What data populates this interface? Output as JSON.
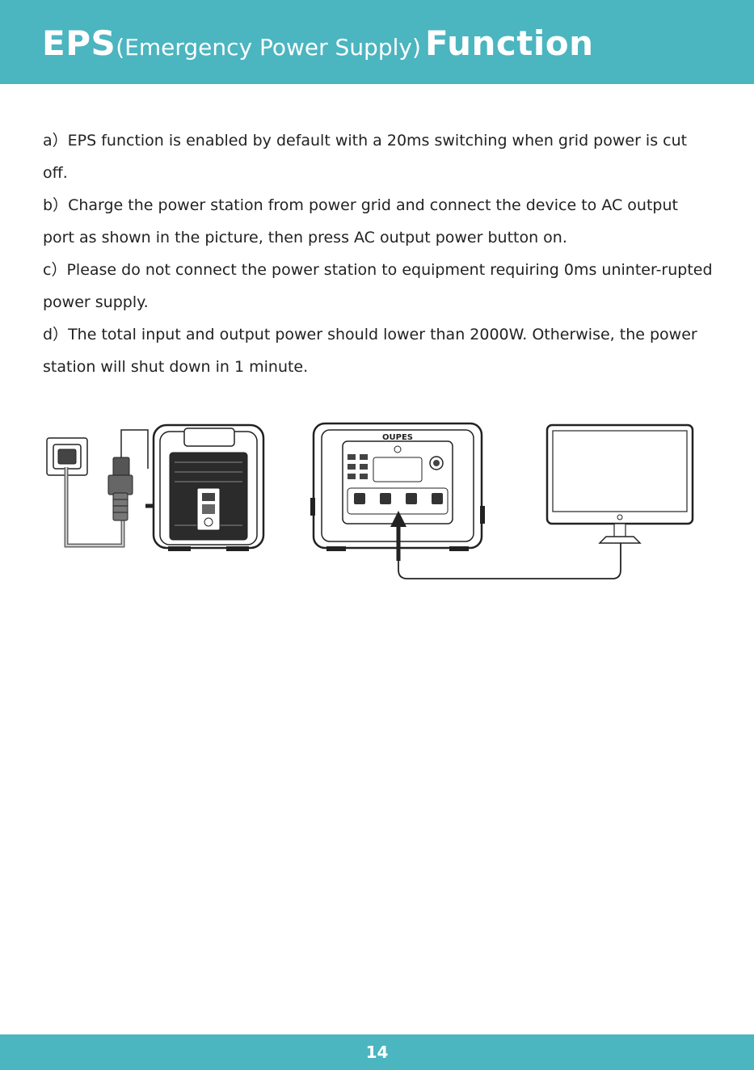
{
  "header": {
    "title_eps": "EPS",
    "title_paren": "(Emergency Power Supply)",
    "title_function": "Function"
  },
  "paragraphs": [
    {
      "marker": "a）",
      "text": "EPS function is enabled by default with a 20ms switching when grid power is cut off."
    },
    {
      "marker": "b）",
      "text": "Charge the power station from power grid and connect the device to AC output port as shown in the picture, then press AC output power button on."
    },
    {
      "marker": "c）",
      "text": "Please do not connect the power station to equipment requiring 0ms uninter-rupted power supply."
    },
    {
      "marker": "d）",
      "text": "The total input and output power should lower than 2000W. Otherwise, the power station will shut down in 1 minute."
    }
  ],
  "diagram": {
    "brand": "OUPES",
    "icons": [
      "wall-outlet-icon",
      "ac-plug-icon",
      "power-station-rear-icon",
      "power-station-front-icon",
      "monitor-icon"
    ]
  },
  "footer": {
    "page_number": "14"
  },
  "colors": {
    "accent": "#4bb5c0",
    "line": "#222222"
  }
}
